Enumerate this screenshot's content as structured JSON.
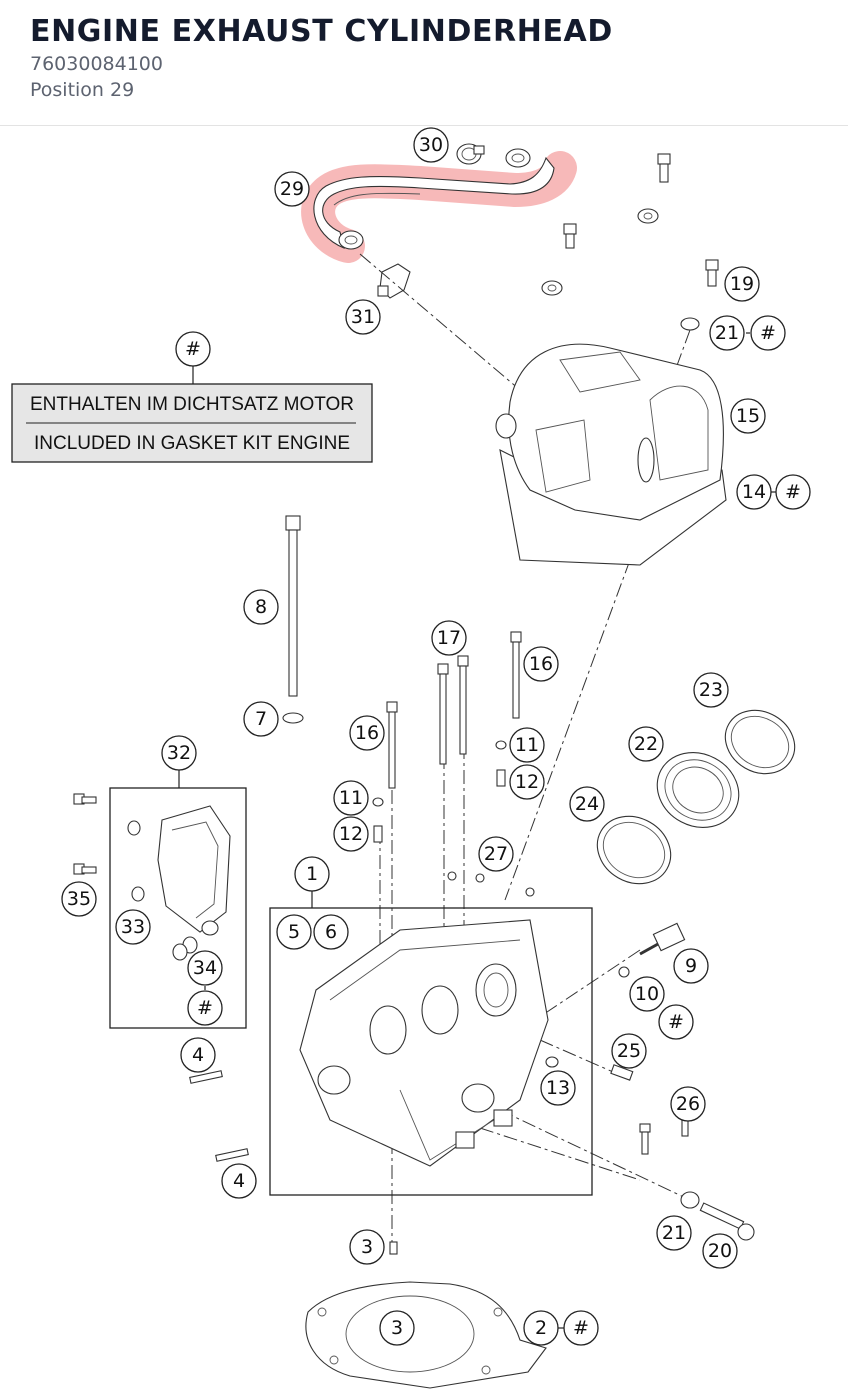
{
  "header": {
    "title": "ENGINE EXHAUST CYLINDERHEAD",
    "part_number": "76030084100",
    "position": "Position 29"
  },
  "diagram": {
    "highlight_color": "#f08080",
    "highlighted_callout": "29",
    "kit_note": {
      "line_de": "ENTHALTEN IM DICHTSATZ MOTOR",
      "line_en": "INCLUDED IN GASKET KIT ENGINE",
      "marker": "#"
    },
    "callouts": {
      "c1": "1",
      "c2": "2",
      "c3a": "3",
      "c3b": "3",
      "c4a": "4",
      "c4b": "4",
      "c5": "5",
      "c6": "6",
      "c7": "7",
      "c8": "8",
      "c9": "9",
      "c10": "10",
      "c11a": "11",
      "c11b": "11",
      "c12a": "12",
      "c12b": "12",
      "c13": "13",
      "c14": "14",
      "c15": "15",
      "c16a": "16",
      "c16b": "16",
      "c17": "17",
      "c19": "19",
      "c20": "20",
      "c21a": "21",
      "c21b": "21",
      "c22": "22",
      "c23": "23",
      "c24": "24",
      "c25": "25",
      "c26": "26",
      "c27": "27",
      "c29": "29",
      "c30": "30",
      "c31": "31",
      "c32": "32",
      "c33": "33",
      "c34": "34",
      "c35": "35",
      "h_note": "#",
      "h2": "#",
      "h10": "#",
      "h14": "#",
      "h21": "#",
      "h34": "#"
    }
  }
}
